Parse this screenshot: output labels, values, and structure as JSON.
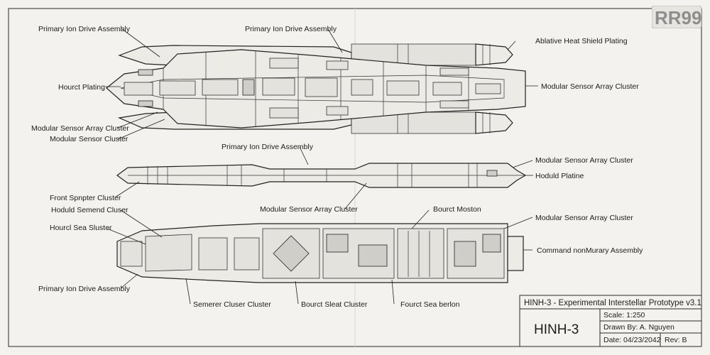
{
  "logo": {
    "text": "RR99"
  },
  "labels": {
    "top_left_drive": "Primary Ion Drive Assembly",
    "top_center_drive": "Primary Ion Drive Assembly",
    "ablative": "Ablative Heat Shield Plating",
    "hourct_plating": "Hourct Plating",
    "sensor_right_top": "Modular Sensor Array Cluster",
    "sensor_left_1": "Modular Sensor Array Cluster",
    "sensor_left_2": "Modular Sensor Cluster",
    "mid_drive": "Primary Ion Drive Assembly",
    "sensor_right_mid": "Modular Sensor Array Cluster",
    "hoduld_platine": "Hoduld Platine",
    "front_spnpter": "Front Spnpter Cluster",
    "mid_sensor_center": "Modular Sensor Array Cluster",
    "hoduld_semend": "Hoduld Semend Cluser",
    "bourct_moston": "Bourct Moston",
    "sensor_right_low": "Modular Sensor Array Cluster",
    "hourcl_sea": "Hourcl Sea Sluster",
    "command": "Command nonMurary Assembly",
    "bottom_drive": "Primary Ion Drive Assembly",
    "semerer": "Semerer Cluser Cluster",
    "bourct_sleat": "Bourct Sleat Cluster",
    "fourct_sea": "Fourct Sea berlon"
  },
  "title_block": {
    "title": "HINH-3 - Experimental Interstellar Prototype v3.1",
    "name": "HINH-3",
    "scale": "Scale: 1:250",
    "drawn_by": "Drawn By: A. Nguyen",
    "date": "Date: 04/23/2042",
    "rev": "Rev: B"
  }
}
